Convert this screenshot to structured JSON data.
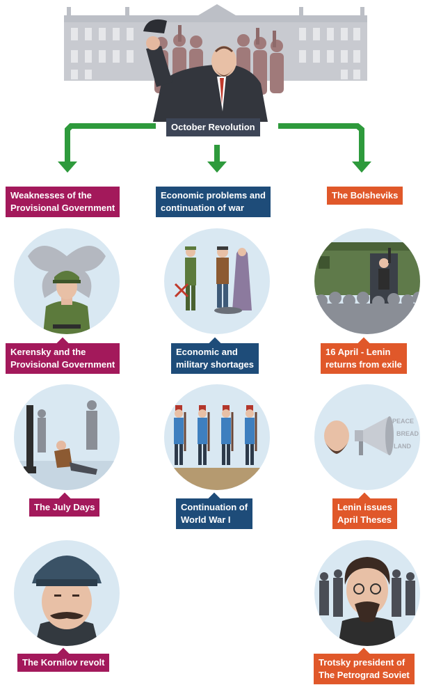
{
  "header": {
    "title": "October Revolution"
  },
  "columns": [
    {
      "heading": [
        "Weaknesses of the",
        "Provisional Government"
      ],
      "color": "#a3195b",
      "items": [
        {
          "lines": [
            "Kerensky and the",
            "Provisional Government"
          ],
          "icon": "kerensky-icon"
        },
        {
          "lines": [
            "The July Days"
          ],
          "icon": "july-days-icon"
        },
        {
          "lines": [
            "The Kornilov revolt"
          ],
          "icon": "kornilov-icon"
        }
      ]
    },
    {
      "heading": [
        "Economic problems and",
        "continuation of war"
      ],
      "color": "#1e4c79",
      "items": [
        {
          "lines": [
            "Economic and",
            "military shortages"
          ],
          "icon": "shortages-icon"
        },
        {
          "lines": [
            "Continuation of",
            "World War I"
          ],
          "icon": "soldiers-marching-icon"
        }
      ]
    },
    {
      "heading": [
        "The Bolsheviks"
      ],
      "color": "#e0582a",
      "items": [
        {
          "lines": [
            "16 April - Lenin",
            "returns from exile"
          ],
          "icon": "lenin-train-icon"
        },
        {
          "lines": [
            "Lenin issues",
            "April Theses"
          ],
          "icon": "megaphone-icon"
        },
        {
          "lines": [
            "Trotsky president of",
            "The Petrograd Soviet"
          ],
          "icon": "trotsky-icon"
        }
      ]
    }
  ],
  "megaphone_words": [
    "PEACE",
    "BREAD",
    "LAND"
  ],
  "colors": {
    "arrow": "#2e9a3c",
    "title_box": "#3d4556",
    "palace": "#c8cad0",
    "crowd": "#a07a7a",
    "circle_bg": "#d9e8f2"
  }
}
